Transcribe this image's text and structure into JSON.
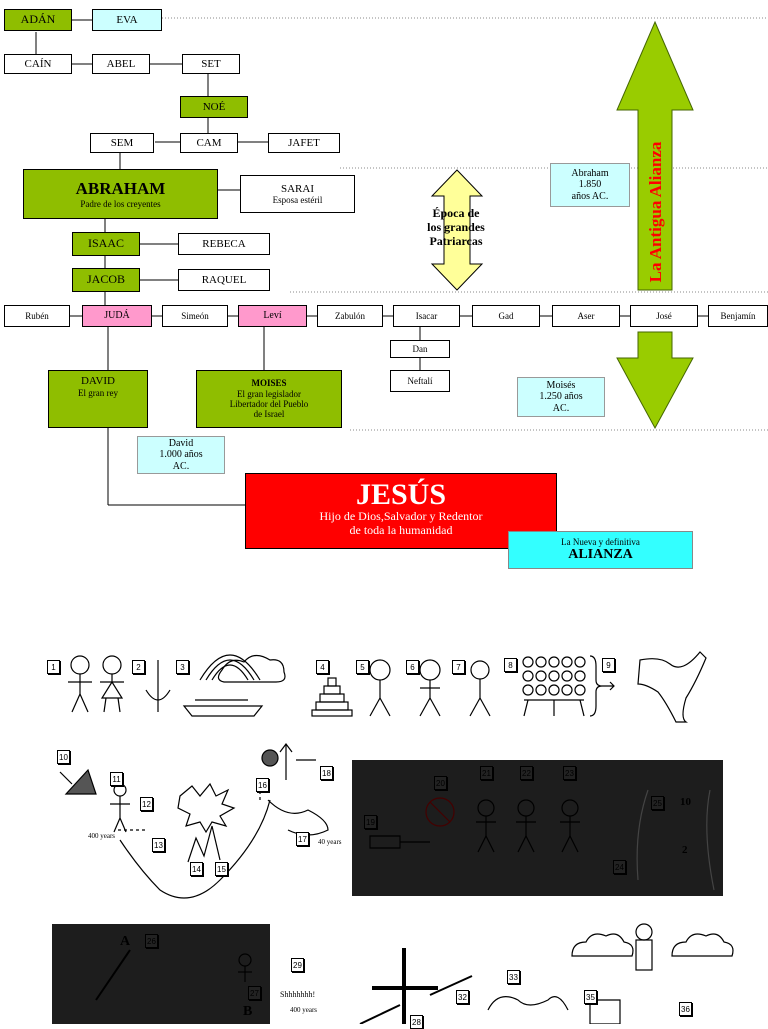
{
  "tree": {
    "adan": "ADÁN",
    "eva": "EVA",
    "cain": "CAÍN",
    "abel": "ABEL",
    "set": "SET",
    "noe": "NOÉ",
    "sem": "SEM",
    "cam": "CAM",
    "jafet": "JAFET",
    "abraham": "ABRAHAM",
    "abraham_sub": "Padre de los creyentes",
    "sarai": "SARAI",
    "sarai_sub": "Esposa estéril",
    "isaac": "ISAAC",
    "rebeca": "REBECA",
    "jacob": "JACOB",
    "raquel": "RAQUEL",
    "tribes": [
      "Rubén",
      "JUDÁ",
      "Simeón",
      "Leví",
      "Zabulón",
      "Isacar",
      "Gad",
      "Aser",
      "José",
      "Benjamín"
    ],
    "dan": "Dan",
    "neftali": "Neftalí",
    "david": "DAVID",
    "david_sub": "El gran rey",
    "moises": "MOISES",
    "moises_sub1": "El gran legislador",
    "moises_sub2": "Libertador del Pueblo",
    "moises_sub3": "de Israel",
    "jesus": "JESÚS",
    "jesus_sub1": "Hijo de Dios,Salvador y Redentor",
    "jesus_sub2": "de toda la humanidad"
  },
  "notes": {
    "epoca1": "Época de",
    "epoca2": "los grandes",
    "epoca3": "Patriarcas",
    "abraham_date1": "Abraham",
    "abraham_date2": "1.850",
    "abraham_date3": "años AC.",
    "moises_date1": "Moisés",
    "moises_date2": "1.250 años",
    "moises_date3": "AC.",
    "david_date1": "David",
    "david_date2": "1.000 años",
    "david_date3": "AC.",
    "nueva1": "La Nueva y definitiva",
    "nueva2": "ALIANZA",
    "antigua": "La Antigua Alianza"
  },
  "pictograms": {
    "numbers": [
      "1",
      "2",
      "3",
      "4",
      "5",
      "6",
      "7",
      "8",
      "9",
      "10",
      "11",
      "12",
      "13",
      "14",
      "15",
      "16",
      "17",
      "18",
      "19",
      "20",
      "21",
      "22",
      "23",
      "24",
      "25",
      "26",
      "27",
      "28",
      "29",
      "32",
      "33",
      "35",
      "36"
    ],
    "years_400": "400 years",
    "years_40": "40 years",
    "years_400b": "400 years",
    "shh": "Shhhhhhh!",
    "frac_top": "10",
    "frac_bot": "2",
    "letter_a": "A",
    "letter_b": "B"
  },
  "colors": {
    "green": "#8fbe00",
    "cyan": "#ccffff",
    "pink": "#ff99cc",
    "red": "#ff0000",
    "yellow": "#ffff99",
    "arrow_green": "#99cc00"
  }
}
